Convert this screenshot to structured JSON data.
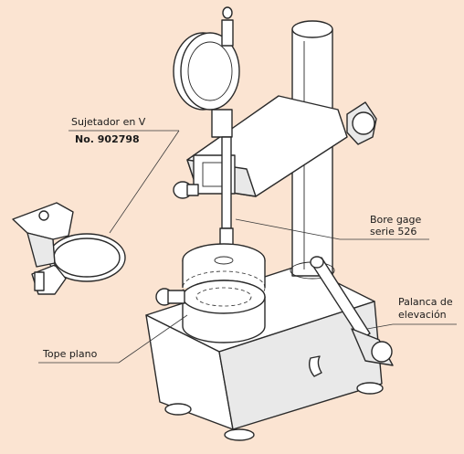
{
  "labels": {
    "v_holder_title": "Sujetador en V",
    "v_holder_number": "No. 902798",
    "bore_gage_line1": "Bore gage",
    "bore_gage_line2": "serie 526",
    "lever_line1": "Palanca de",
    "lever_line2": "elevación",
    "flat_stop": "Tope plano"
  },
  "colors": {
    "background": "#fbe4d2",
    "line": "#2a2a2a",
    "fill": "#ffffff"
  }
}
